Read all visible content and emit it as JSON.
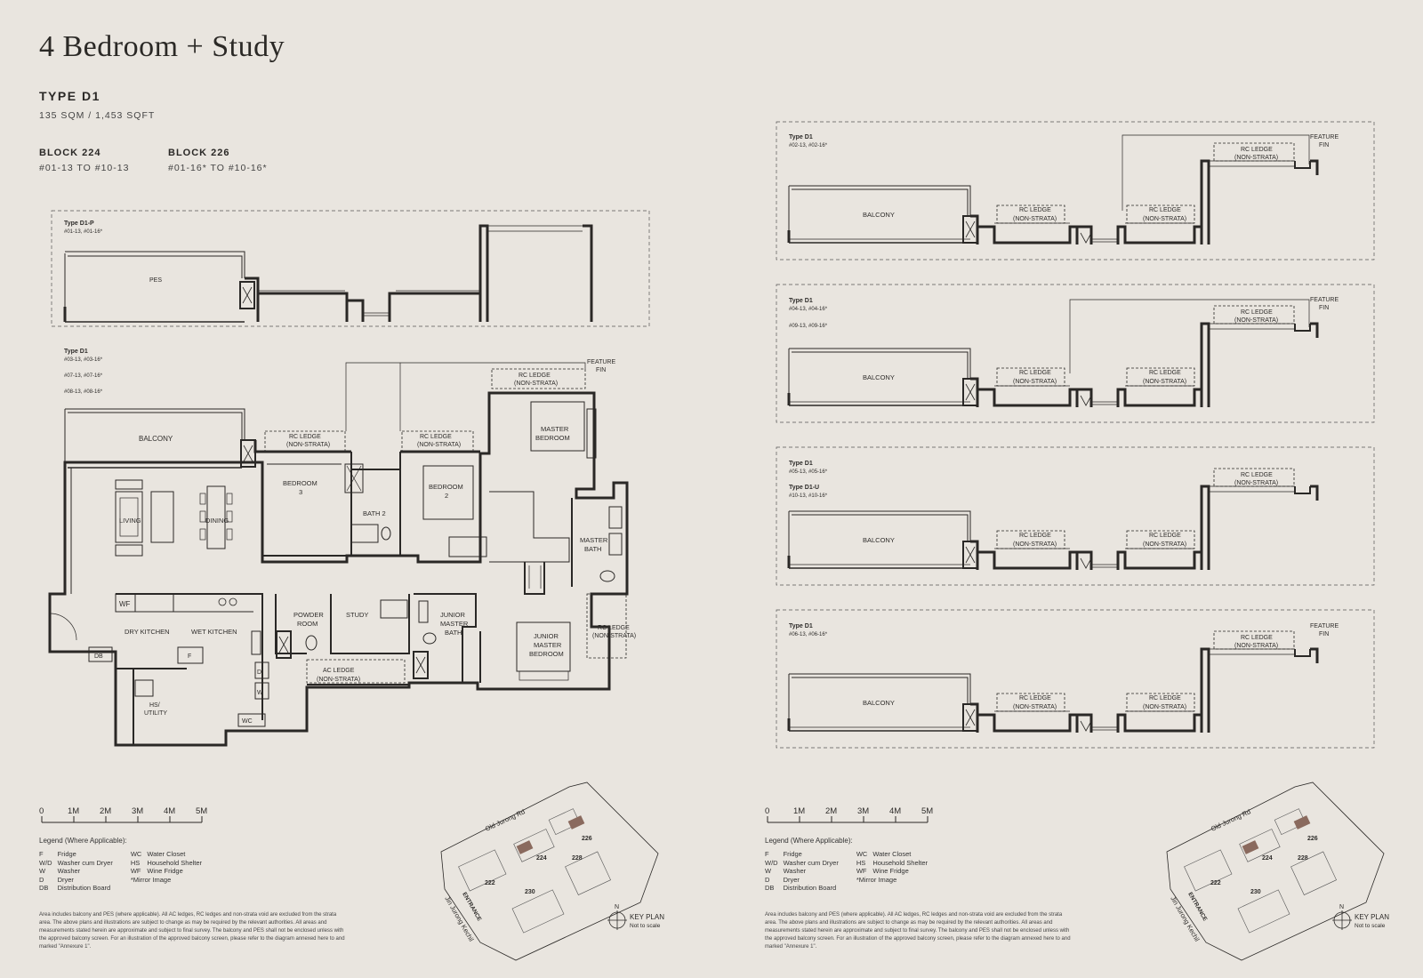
{
  "header": {
    "title": "4 Bedroom + Study",
    "type_name": "TYPE D1",
    "area": "135 SQM / 1,453 SQFT",
    "blocks": [
      {
        "title": "BLOCK 224",
        "units": "#01-13 TO #10-13"
      },
      {
        "title": "BLOCK 226",
        "units": "#01-16* TO #10-16*"
      }
    ]
  },
  "main_plan": {
    "variant_p": {
      "name": "Type D1-P",
      "units": "#01-13, #01-16*",
      "area_label": "PES"
    },
    "variant": {
      "name": "Type D1",
      "units": [
        "#03-13, #03-16*",
        "#07-13, #07-16*",
        "#08-13, #08-16*"
      ]
    },
    "rooms": {
      "balcony": "BALCONY",
      "living": "LIVING",
      "dining": "DINING",
      "bedroom3": [
        "BEDROOM",
        "3"
      ],
      "bath2": "BATH 2",
      "bedroom2": [
        "BEDROOM",
        "2"
      ],
      "master_bedroom": [
        "MASTER",
        "BEDROOM"
      ],
      "master_bath": [
        "MASTER",
        "BATH"
      ],
      "rc_ledge": [
        "RC LEDGE",
        "(NON-STRATA)"
      ],
      "feature_fin": [
        "FEATURE",
        "FIN"
      ],
      "dry_kitchen": "DRY KITCHEN",
      "wet_kitchen": "WET KITCHEN",
      "powder_room": [
        "POWDER",
        "ROOM"
      ],
      "study": "STUDY",
      "junior_master_bath": [
        "JUNIOR",
        "MASTER",
        "BATH"
      ],
      "junior_master_bedroom": [
        "JUNIOR",
        "MASTER",
        "BEDROOM"
      ],
      "ac_ledge": [
        "AC LEDGE",
        "(NON-STRATA)"
      ],
      "hs_utility": [
        "HS/",
        "UTILITY"
      ],
      "wf": "WF",
      "db": "DB",
      "f": "F",
      "d": "D",
      "w": "W",
      "wc": "WC"
    }
  },
  "variants": [
    {
      "name": "Type D1",
      "units": [
        "#02-13, #02-16*"
      ],
      "balcony": "BALCONY",
      "feature_fin": true
    },
    {
      "name": "Type D1",
      "units": [
        "#04-13, #04-16*",
        "#09-13, #09-16*"
      ],
      "balcony": "BALCONY",
      "feature_fin": true
    },
    {
      "name": "Type D1",
      "units": [
        "#05-13, #05-16*"
      ],
      "name2": "Type D1-U",
      "units2": [
        "#10-13, #10-16*"
      ],
      "balcony": "BALCONY",
      "feature_fin": false
    },
    {
      "name": "Type D1",
      "units": [
        "#06-13, #06-16*"
      ],
      "balcony": "BALCONY",
      "feature_fin": true
    }
  ],
  "scale_bar": [
    "0",
    "1M",
    "2M",
    "3M",
    "4M",
    "5M"
  ],
  "legend": {
    "title": "Legend (Where Applicable):",
    "col1": [
      [
        "F",
        "Fridge"
      ],
      [
        "W/D",
        "Washer cum Dryer"
      ],
      [
        "W",
        "Washer"
      ],
      [
        "D",
        "Dryer"
      ],
      [
        "DB",
        "Distribution Board"
      ]
    ],
    "col2": [
      [
        "WC",
        "Water Closet"
      ],
      [
        "HS",
        "Household Shelter"
      ],
      [
        "WF",
        "Wine Fridge"
      ],
      [
        "",
        "*Mirror Image"
      ]
    ]
  },
  "disclaimer": "Area includes balcony and PES (where applicable). All AC ledges, RC ledges and non-strata void are excluded from the strata area. The above plans and illustrations are subject to change as may be required by the relevant authorities. All areas and measurements stated herein are approximate and subject to final survey. The balcony and PES shall not be enclosed unless with the approved balcony screen. For an illustration of the approved balcony screen, please refer to the diagram annexed here to and marked \"Annexure 1\".",
  "key_plan": {
    "label": "KEY PLAN",
    "sub": "Not to scale",
    "north": "N",
    "road1": "Old Jurong Rd",
    "road2": "Jin Jurong Kechil",
    "entrance": "ENTRANCE",
    "blocks": [
      "226",
      "224",
      "228",
      "222",
      "230"
    ],
    "highlight_color": "#8a6a5e"
  },
  "colors": {
    "background": "#e9e5df",
    "line": "#2a2826"
  }
}
